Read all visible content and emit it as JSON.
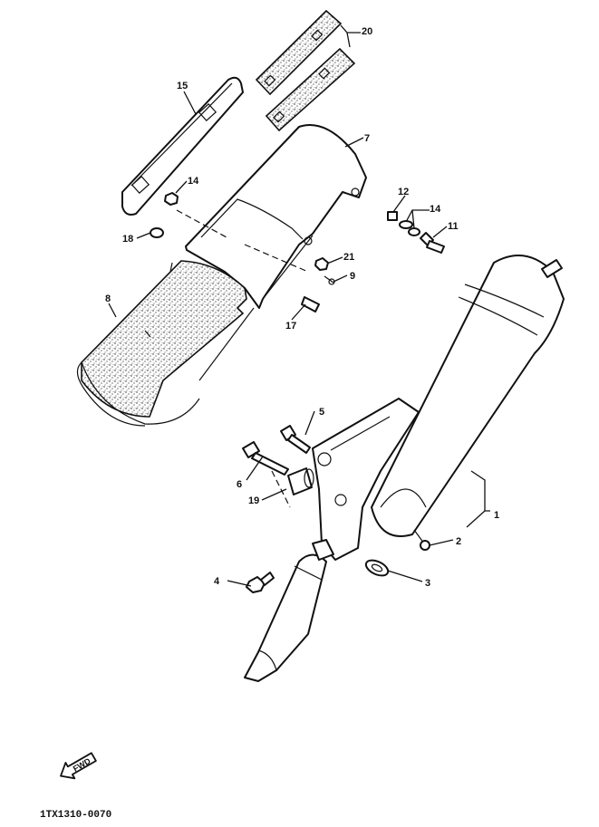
{
  "callouts": [
    {
      "id": "1",
      "label": "1"
    },
    {
      "id": "2",
      "label": "2"
    },
    {
      "id": "3",
      "label": "3"
    },
    {
      "id": "4",
      "label": "4"
    },
    {
      "id": "5",
      "label": "5"
    },
    {
      "id": "6",
      "label": "6"
    },
    {
      "id": "7",
      "label": "7"
    },
    {
      "id": "8",
      "label": "8"
    },
    {
      "id": "9",
      "label": "9"
    },
    {
      "id": "11",
      "label": "11"
    },
    {
      "id": "12",
      "label": "12"
    },
    {
      "id": "14a",
      "label": "14"
    },
    {
      "id": "14b",
      "label": "14"
    },
    {
      "id": "15",
      "label": "15"
    },
    {
      "id": "17",
      "label": "17"
    },
    {
      "id": "18",
      "label": "18"
    },
    {
      "id": "19",
      "label": "19"
    },
    {
      "id": "20",
      "label": "20"
    },
    {
      "id": "21",
      "label": "21"
    }
  ],
  "forward_arrow": {
    "label": "FWD"
  },
  "drawing_code": "1TX1310-0070"
}
